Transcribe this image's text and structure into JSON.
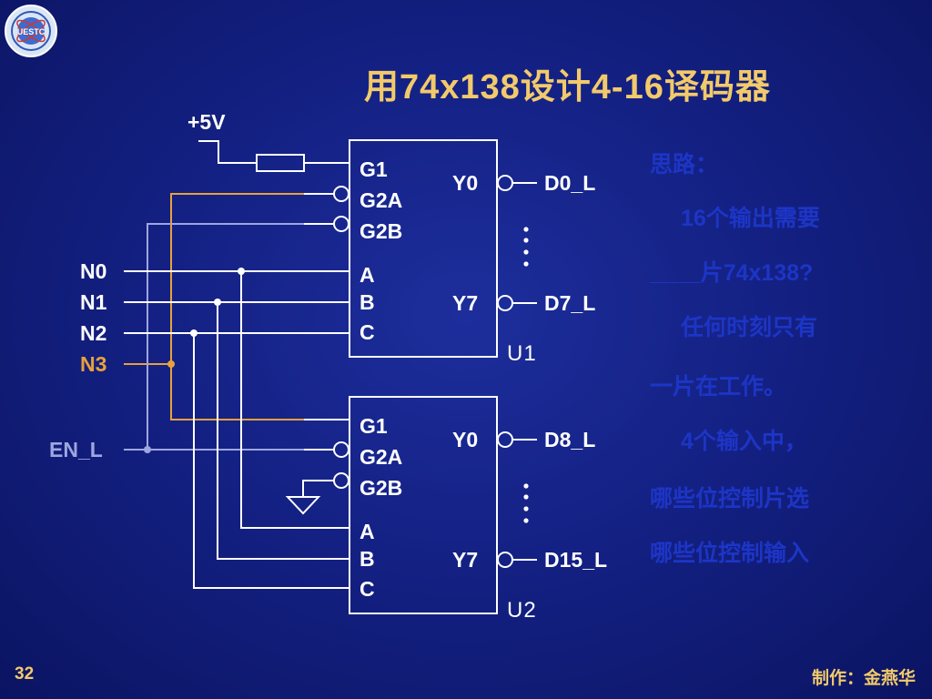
{
  "slide": {
    "title": "用74x138设计4-16译码器",
    "page_number": "32",
    "author": "制作：金燕华",
    "logo_text": "UESTC"
  },
  "circuit": {
    "power_label": "+5V",
    "enable_label": "EN_L",
    "inputs": [
      "N0",
      "N1",
      "N2",
      "N3"
    ],
    "chips": [
      {
        "name": "U1",
        "pins_left": [
          "G1",
          "G2A",
          "G2B",
          "A",
          "B",
          "C"
        ],
        "pins_right": [
          "Y0",
          "Y7"
        ],
        "outputs": [
          "D0_L",
          "D7_L"
        ]
      },
      {
        "name": "U2",
        "pins_left": [
          "G1",
          "G2A",
          "G2B",
          "A",
          "B",
          "C"
        ],
        "pins_right": [
          "Y0",
          "Y7"
        ],
        "outputs": [
          "D8_L",
          "D15_L"
        ]
      }
    ]
  },
  "notes": {
    "lines": [
      "思路：",
      "16个输出需要",
      "____片74x138?",
      "任何时刻只有",
      "一片在工作。",
      "4个输入中，",
      "哪些位控制片选",
      "哪些位控制输入"
    ]
  },
  "colors": {
    "title": "#f2ca6a",
    "wire_white": "#ffffff",
    "wire_orange": "#e8a13c",
    "wire_grey": "#9ea6e0",
    "notes_text": "#1d35c6"
  }
}
